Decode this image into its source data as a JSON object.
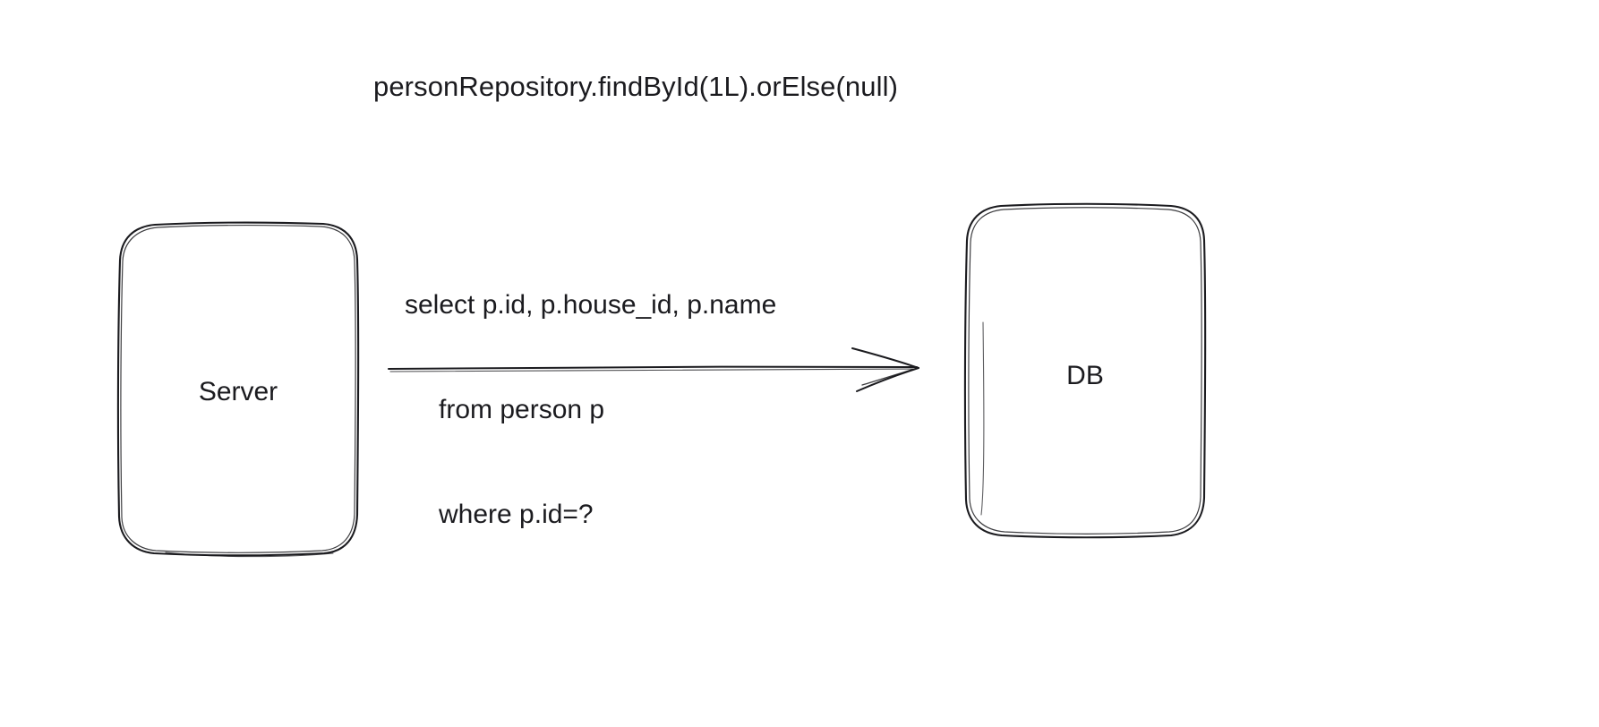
{
  "diagram": {
    "type": "sequence-sketch",
    "style": "hand-drawn",
    "background_color": "#ffffff",
    "stroke_color": "#1b1b1f",
    "title": "personRepository.findById(1L).orElse(null)",
    "nodes": [
      {
        "id": "server",
        "label": "Server",
        "shape": "rounded-rectangle"
      },
      {
        "id": "db",
        "label": "DB",
        "shape": "rounded-rectangle"
      }
    ],
    "edges": [
      {
        "id": "server-to-db",
        "from": "server",
        "to": "db",
        "direction": "right",
        "arrowhead": "open",
        "label_lines": [
          "select p.id, p.house_id, p.name",
          "from person p",
          "where p.id=?"
        ]
      }
    ]
  }
}
